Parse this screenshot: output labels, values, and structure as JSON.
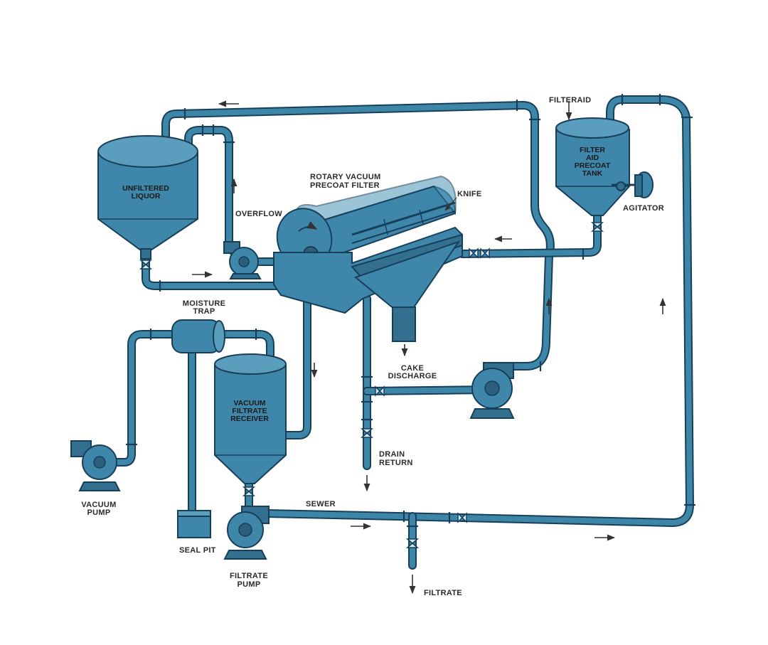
{
  "labels": {
    "filteraid": "FILTERAID",
    "filter_aid_tank": [
      "FILTER",
      "AID",
      "PRECOAT",
      "TANK"
    ],
    "agitator": "AGITATOR",
    "rotary_filter": [
      "ROTARY VACUUM",
      "PRECOAT FILTER"
    ],
    "knife": "KNIFE",
    "unfiltered_liquor": [
      "UNFILTERED",
      "LIQUOR"
    ],
    "overflow": "OVERFLOW",
    "moisture_trap": [
      "MOISTURE",
      "TRAP"
    ],
    "vacuum_filtrate_receiver": [
      "VACUUM",
      "FILTRATE",
      "RECEIVER"
    ],
    "cake_discharge": [
      "CAKE",
      "DISCHARGE"
    ],
    "drain_return": [
      "DRAIN",
      "RETURN"
    ],
    "vacuum_pump": [
      "VACUUM",
      "PUMP"
    ],
    "seal_pit": "SEAL PIT",
    "sewer": "SEWER",
    "filtrate_pump": [
      "FILTRATE",
      "PUMP"
    ],
    "filtrate": "FILTRATE"
  },
  "colors": {
    "equipment": "#3f87aa",
    "pipe_outline": "#173f5a",
    "arrows": "#333333",
    "background": "#ffffff"
  }
}
